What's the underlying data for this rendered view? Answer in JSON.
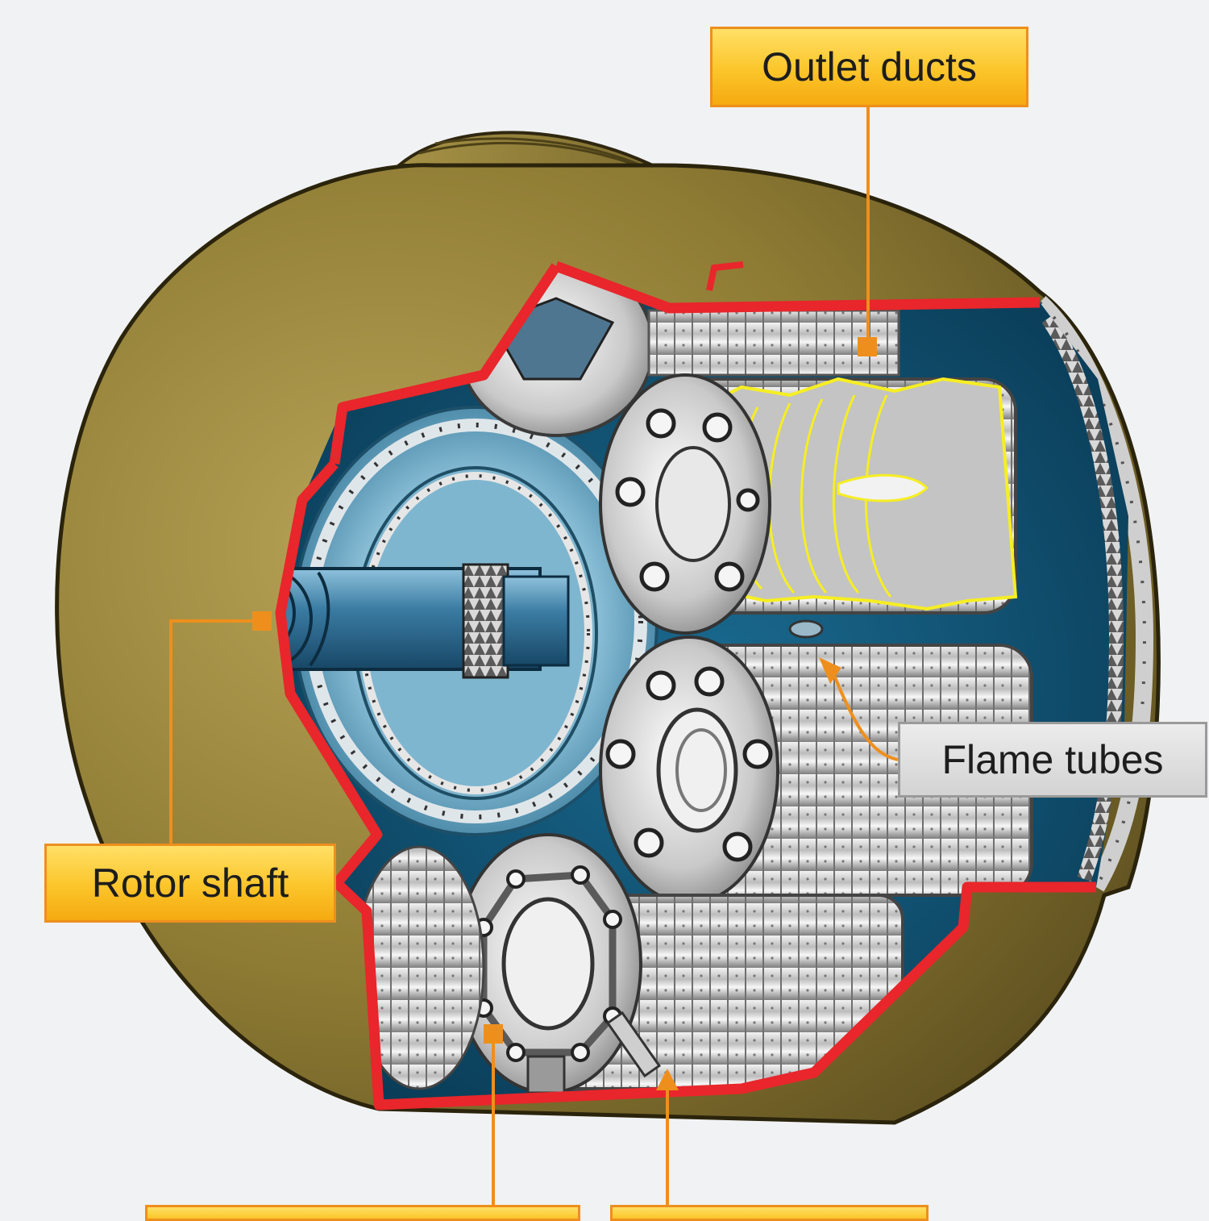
{
  "labels": {
    "outlet_ducts": "Outlet ducts",
    "flame_tubes": "Flame tubes",
    "rotor_shaft": "Rotor shaft"
  },
  "colors": {
    "background": "#f1f2f4",
    "casing": "#8f7c34",
    "section_edge": "#e8262b",
    "interior": "#0d5273",
    "shaft": "#2f6f95",
    "callout_fill": "#fbc52a",
    "callout_border": "#ee8f1d",
    "flame_highlight": "#f6ee22"
  }
}
